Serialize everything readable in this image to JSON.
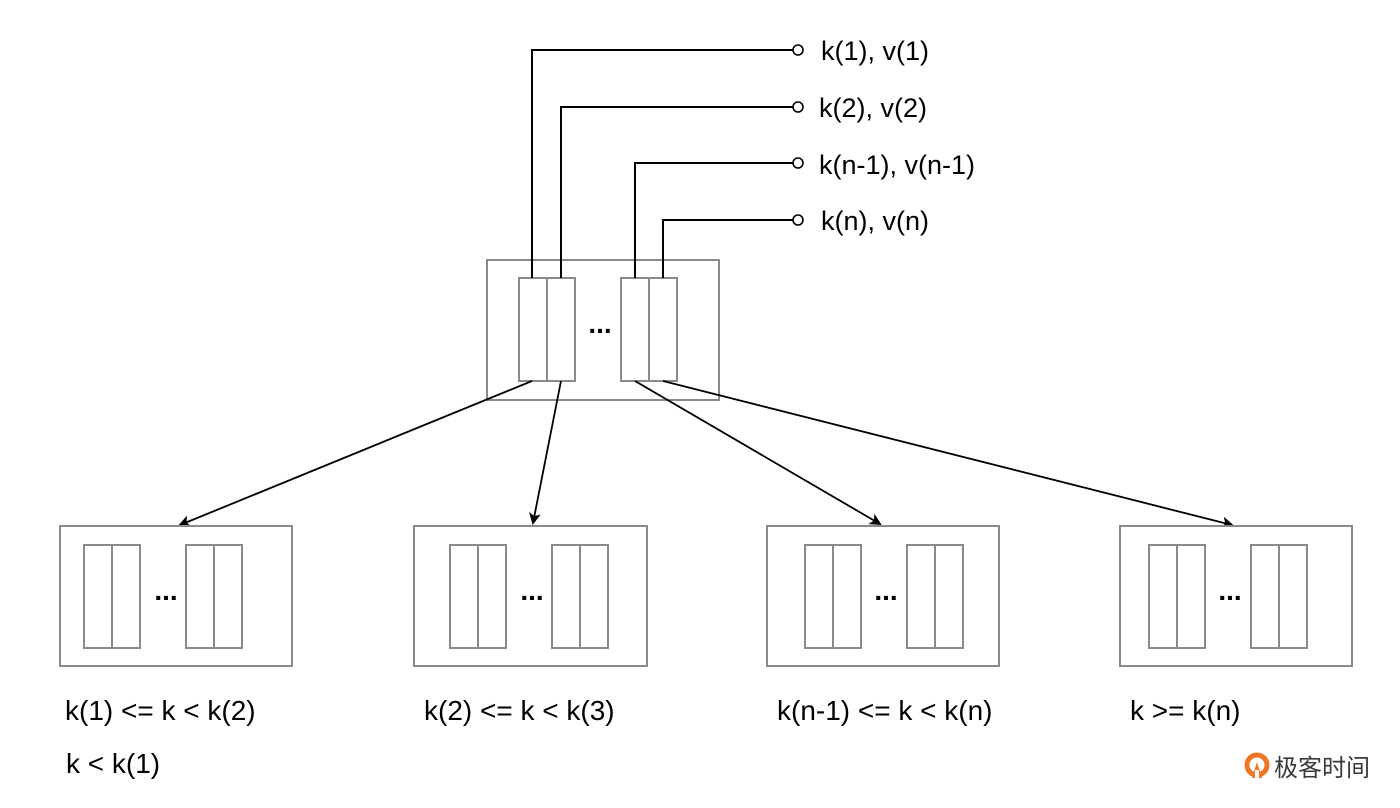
{
  "diagram": {
    "title": "B-tree node structure",
    "root": {
      "ellipsis": "...",
      "entries": [
        {
          "label": "k(1), v(1)"
        },
        {
          "label": "k(2), v(2)"
        },
        {
          "label": "k(n-1), v(n-1)"
        },
        {
          "label": "k(n), v(n)"
        }
      ]
    },
    "children": [
      {
        "ellipsis": "...",
        "range": "k(1) <= k < k(2)",
        "extra": "k < k(1)"
      },
      {
        "ellipsis": "...",
        "range": "k(2) <= k < k(3)"
      },
      {
        "ellipsis": "...",
        "range": "k(n-1) <= k < k(n)"
      },
      {
        "ellipsis": "...",
        "range": "k >= k(n)"
      }
    ],
    "edges": [
      {
        "from": "root-slot-1",
        "to": "child-1"
      },
      {
        "from": "root-slot-2",
        "to": "child-2"
      },
      {
        "from": "root-slot-3",
        "to": "child-3"
      },
      {
        "from": "root-slot-4",
        "to": "child-4"
      }
    ]
  },
  "watermark": {
    "text": "极客时间",
    "icon": "geektime-logo-icon",
    "color": "#f07524"
  }
}
